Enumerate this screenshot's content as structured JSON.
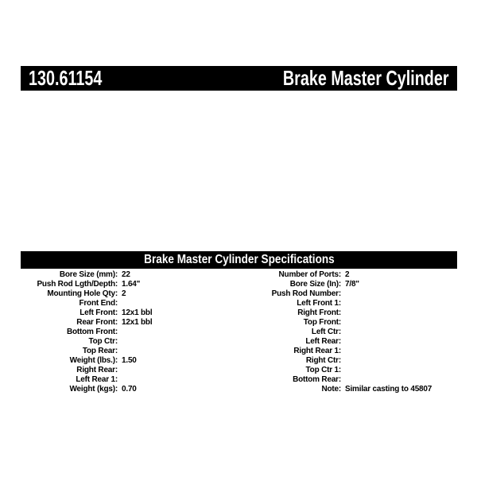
{
  "header": {
    "part_number": "130.61154",
    "product_name": "Brake Master Cylinder"
  },
  "specs": {
    "title": "Brake Master Cylinder Specifications",
    "left_column": [
      {
        "label": "Bore Size (mm):",
        "value": "22"
      },
      {
        "label": "Push Rod Lgth/Depth:",
        "value": "1.64\""
      },
      {
        "label": "Mounting Hole Qty:",
        "value": "2"
      },
      {
        "label": "Front End:",
        "value": ""
      },
      {
        "label": "Left Front:",
        "value": "12x1 bbl"
      },
      {
        "label": "Rear Front:",
        "value": "12x1 bbl"
      },
      {
        "label": "Bottom Front:",
        "value": ""
      },
      {
        "label": "Top Ctr:",
        "value": ""
      },
      {
        "label": "Top Rear:",
        "value": ""
      },
      {
        "label": "Weight (lbs.):",
        "value": "1.50"
      },
      {
        "label": "Right Rear:",
        "value": ""
      },
      {
        "label": "Left Rear 1:",
        "value": ""
      },
      {
        "label": "Weight (kgs):",
        "value": "0.70"
      }
    ],
    "right_column": [
      {
        "label": "Number of Ports:",
        "value": "2"
      },
      {
        "label": "Bore Size (In):",
        "value": "7/8\""
      },
      {
        "label": "Push Rod Number:",
        "value": ""
      },
      {
        "label": "Left Front 1:",
        "value": ""
      },
      {
        "label": "Right Front:",
        "value": ""
      },
      {
        "label": "Top Front:",
        "value": ""
      },
      {
        "label": "Left Ctr:",
        "value": ""
      },
      {
        "label": "Left Rear:",
        "value": ""
      },
      {
        "label": "Right Rear 1:",
        "value": ""
      },
      {
        "label": "Right Ctr:",
        "value": ""
      },
      {
        "label": "Top Ctr 1:",
        "value": ""
      },
      {
        "label": "Bottom Rear:",
        "value": ""
      },
      {
        "label": "Note:",
        "value": "Similar casting to 45807"
      }
    ]
  },
  "colors": {
    "bar_background": "#000000",
    "bar_text": "#ffffff",
    "page_background": "#ffffff",
    "spec_text": "#000000"
  }
}
